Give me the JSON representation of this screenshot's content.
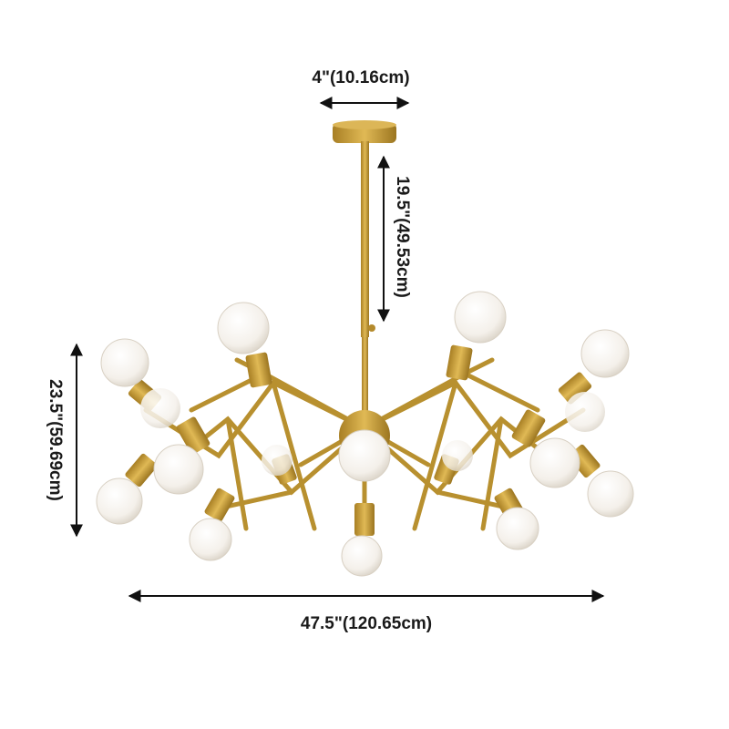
{
  "dimensions": {
    "canopy_width": "4\"(10.16cm)",
    "rod_length": "19.5\"(49.53cm)",
    "height": "23.5\"(59.69cm)",
    "width": "47.5\"(120.65cm)"
  },
  "colors": {
    "brass": "#c9a03c",
    "brass_dark": "#a07a22",
    "bulb": "#f6f3ee",
    "dim_line": "#111111"
  },
  "bulbs": [
    {
      "name": "bulb-top-left"
    },
    {
      "name": "bulb-top-right"
    },
    {
      "name": "bulb-far-left-upper"
    },
    {
      "name": "bulb-far-right-upper"
    },
    {
      "name": "bulb-center"
    },
    {
      "name": "bulb-left-mid"
    },
    {
      "name": "bulb-right-mid"
    },
    {
      "name": "bulb-far-left-lower"
    },
    {
      "name": "bulb-far-right-lower"
    },
    {
      "name": "bulb-bottom-left"
    },
    {
      "name": "bulb-bottom-center"
    },
    {
      "name": "bulb-bottom-right"
    }
  ]
}
